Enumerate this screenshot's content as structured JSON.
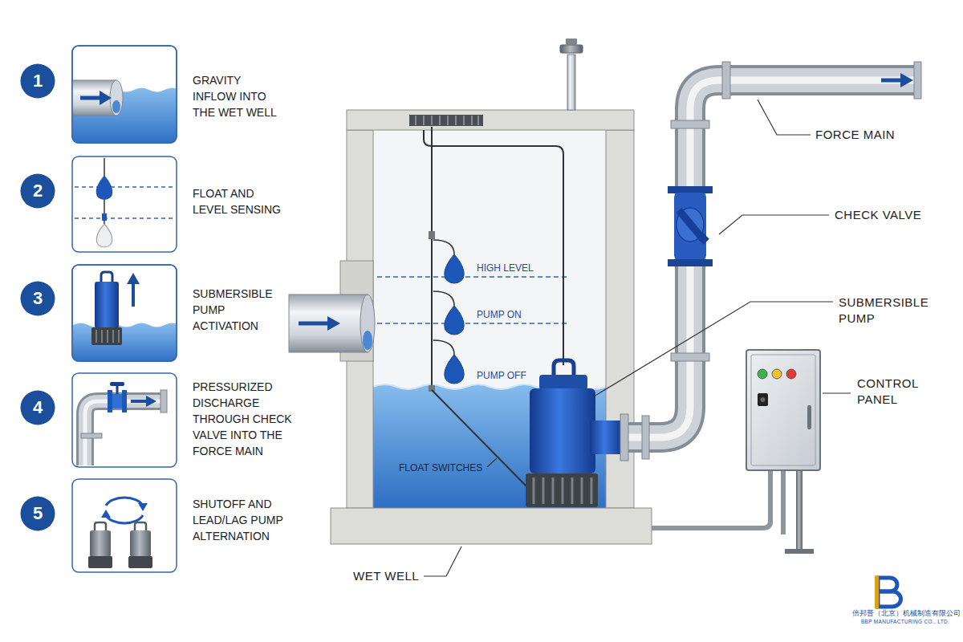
{
  "diagram": {
    "nodes": [
      {
        "text": [
          "1"
        ]
      },
      {
        "text": [
          "2"
        ]
      },
      {
        "text": [
          "3"
        ]
      },
      {
        "text": [
          "4"
        ]
      },
      {
        "text": [
          "5"
        ]
      }
    ],
    "labels": [
      "GRAVITY INFLOW INTO THE WET WELL",
      "FLOAT AND LEVEL SENSING",
      "SUBMERSIBLE PUMP ACTIVATION",
      "PRESSURIZED DISCHARGE THROUGH CHECK VALVE INTO THE FORCE MAIN",
      "SHUTOFF AND LEAD/LAG PUMP ALTERNATION",
      "HIGH LEVEL",
      "PUMP ON",
      "PUMP OFF",
      "FLOAT SWITCHES",
      "WET WELL",
      "FORCE MAIN",
      "CHECK VALVE",
      "SUBMERSIBLE PUMP",
      "CONTROL PANEL",
      "倍邦普（北京）机械制造有限公司",
      "BBP MANUFACTURING CO., LTD."
    ]
  }
}
